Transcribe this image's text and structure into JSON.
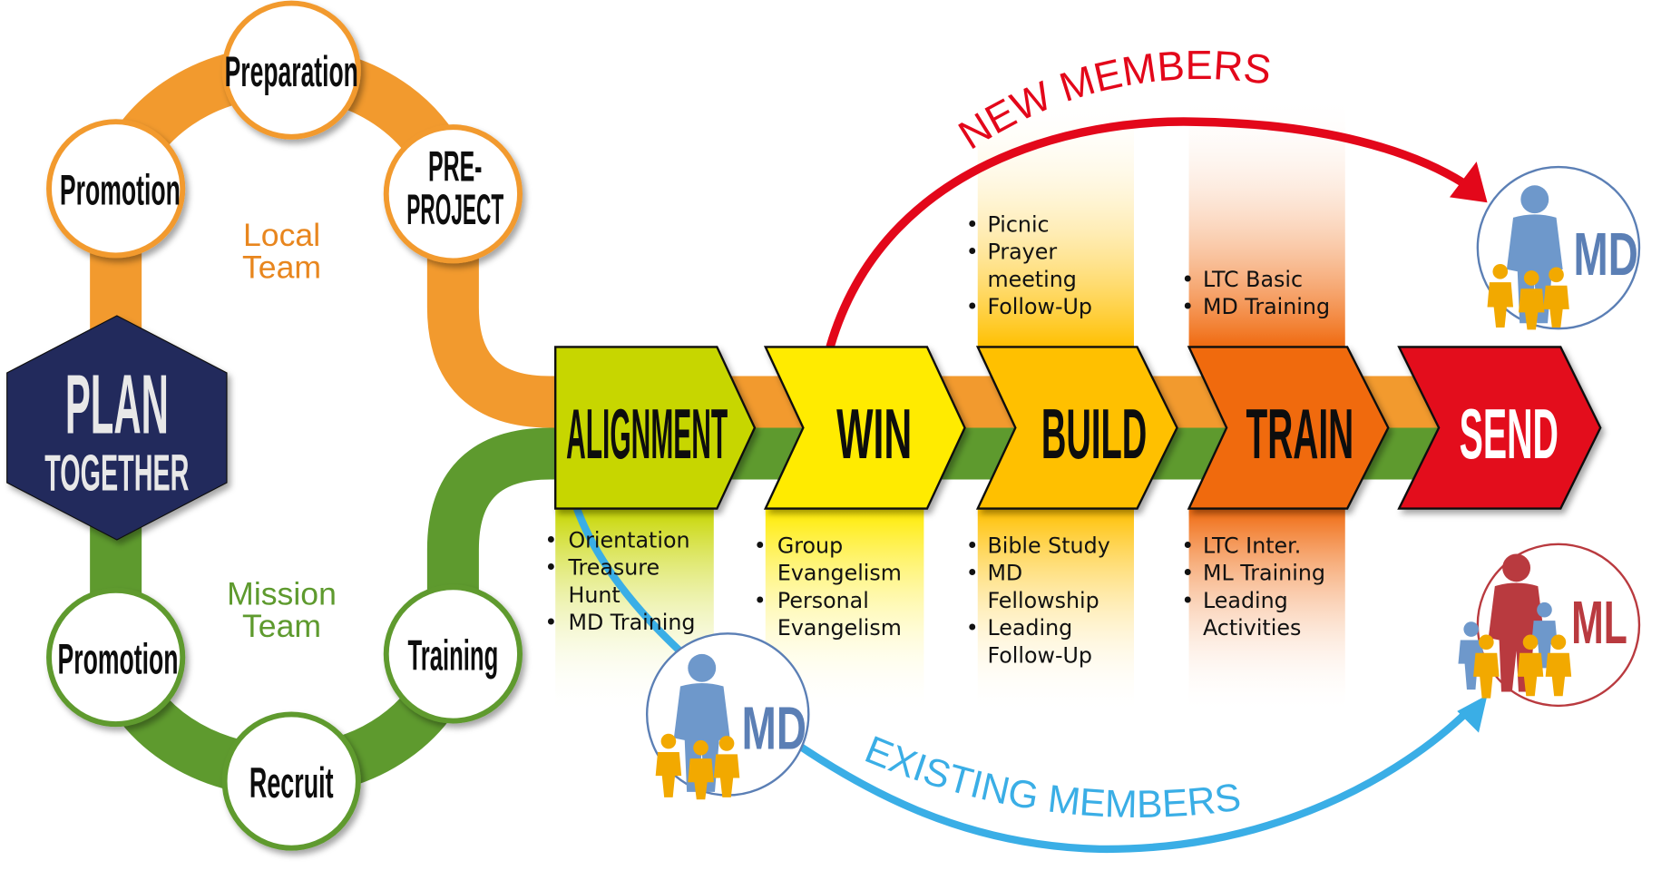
{
  "colors": {
    "local_team": "#F29A2E",
    "mission_team": "#5E9A2E",
    "hex_navy": "#222A5C",
    "alignment": "#C7D600",
    "win": "#FFEB00",
    "build": "#FFC000",
    "train": "#F06A0F",
    "send": "#E3071A",
    "new_members": "#E3071A",
    "existing_members": "#3AAEE6",
    "md_blue": "#5B7FB5",
    "ml_red": "#B93A3F",
    "people_yellow": "#F2A900"
  },
  "center": {
    "line1": "PLAN",
    "line2": "TOGETHER"
  },
  "local_team": {
    "label_line1": "Local",
    "label_line2": "Team",
    "nodes": [
      {
        "label": "Promotion"
      },
      {
        "label": "Preparation"
      },
      {
        "label_line1": "PRE-",
        "label_line2": "PROJECT"
      }
    ]
  },
  "mission_team": {
    "label_line1": "Mission",
    "label_line2": "Team",
    "nodes": [
      {
        "label": "Promotion"
      },
      {
        "label": "Recruit"
      },
      {
        "label": "Training"
      }
    ]
  },
  "stages": [
    {
      "label": "ALIGNMENT",
      "top_items": [],
      "bottom_items": [
        [
          "Orientation"
        ],
        [
          "Treasure",
          "Hunt"
        ],
        [
          "MD Training"
        ]
      ]
    },
    {
      "label": "WIN",
      "top_items": [],
      "bottom_items": [
        [
          "Group",
          "Evangelism"
        ],
        [
          "Personal",
          "Evangelism"
        ]
      ]
    },
    {
      "label": "BUILD",
      "top_items": [
        [
          "Picnic"
        ],
        [
          "Prayer",
          "meeting"
        ],
        [
          "Follow-Up"
        ]
      ],
      "bottom_items": [
        [
          "Bible Study"
        ],
        [
          "MD",
          "Fellowship"
        ],
        [
          "Leading",
          "Follow-Up"
        ]
      ]
    },
    {
      "label": "TRAIN",
      "top_items": [
        [
          "LTC Basic"
        ],
        [
          "MD Training"
        ]
      ],
      "bottom_items": [
        [
          "LTC Inter."
        ],
        [
          "ML Training"
        ],
        [
          "Leading",
          "Activities"
        ]
      ]
    },
    {
      "label": "SEND",
      "top_items": [],
      "bottom_items": []
    }
  ],
  "flows": {
    "new_members": "NEW MEMBERS",
    "existing_members": "EXISTING MEMBERS"
  },
  "badges": {
    "md_top": "MD",
    "md_bottom": "MD",
    "ml": "ML"
  }
}
